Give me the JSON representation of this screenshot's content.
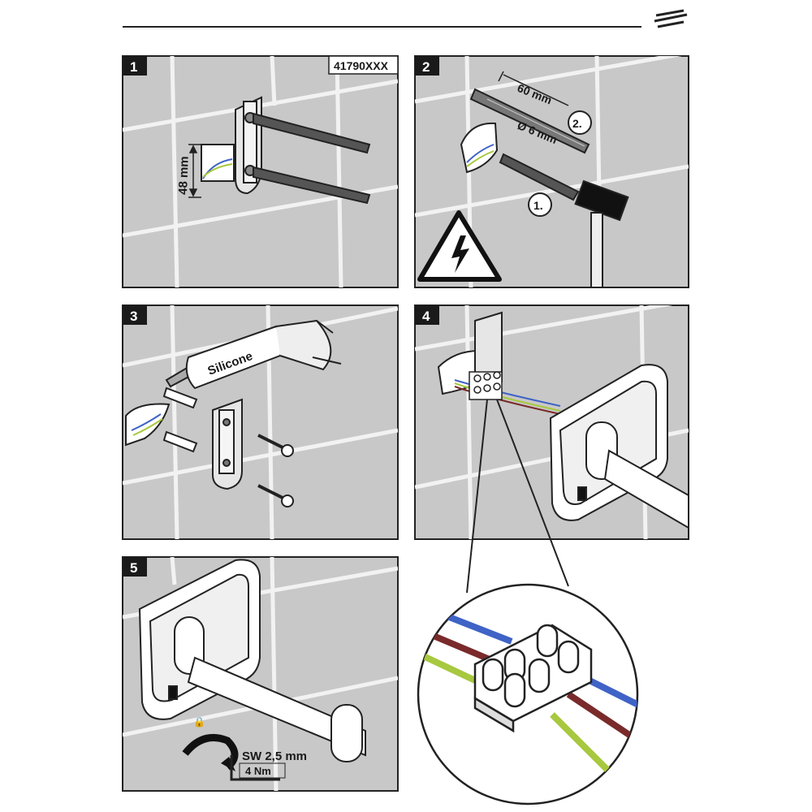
{
  "steps": [
    {
      "number": "1",
      "part_code": "41790XXX",
      "dimension": "48 mm"
    },
    {
      "number": "2",
      "depth": "60 mm",
      "diameter": "Ø 6 mm",
      "order_first": "1.",
      "order_second": "2."
    },
    {
      "number": "3",
      "tube_label": "Silicone"
    },
    {
      "number": "4"
    },
    {
      "number": "5",
      "hex_key": "SW 2,5 mm",
      "torque": "4 Nm"
    }
  ],
  "wire_colors": {
    "blue": "#3f63c6",
    "brown": "#7a2a2a",
    "green": "#a7c83f",
    "wall": "#c8c8c8",
    "grout": "#f2f2f2"
  }
}
